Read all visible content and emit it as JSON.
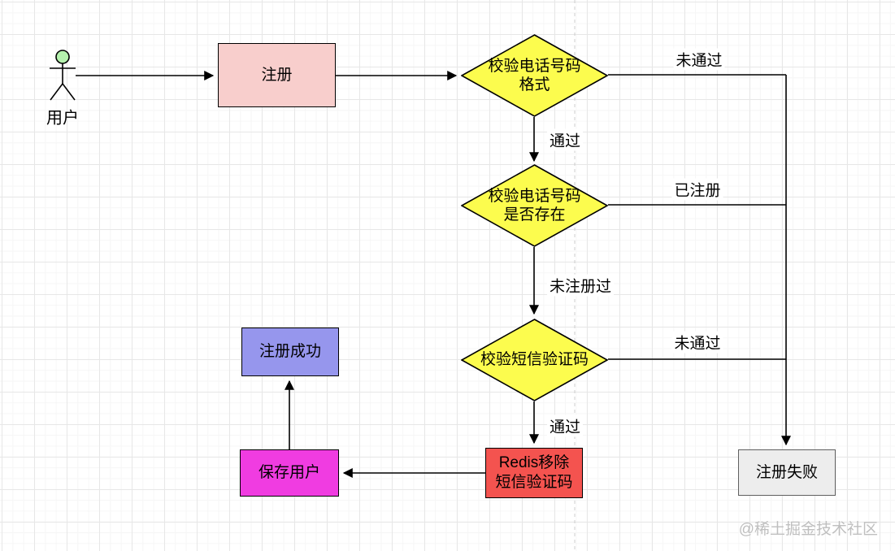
{
  "diagram": {
    "title_hint": "user-registration-flowchart",
    "watermark": "@稀土掘金技术社区",
    "actor": {
      "label": "用户"
    },
    "nodes": {
      "register": {
        "label": "注册",
        "fill": "#f8cecc"
      },
      "check_format": {
        "line1": "校验电话号码",
        "line2": "格式",
        "fill": "#fcfc4e"
      },
      "check_exists": {
        "line1": "校验电话号码",
        "line2": "是否存在",
        "fill": "#fcfc4e"
      },
      "check_sms": {
        "line1": "校验短信验证码",
        "line2": "",
        "fill": "#fcfc4e"
      },
      "redis_remove": {
        "line1": "Redis移除",
        "line2": "短信验证码",
        "fill": "#f4534f"
      },
      "save_user": {
        "label": "保存用户",
        "fill": "#f03ce1"
      },
      "register_success": {
        "label": "注册成功",
        "fill": "#9696ed"
      },
      "register_fail": {
        "label": "注册失败",
        "fill": "#ededed"
      }
    },
    "edge_labels": {
      "fail1": "未通过",
      "pass1": "通过",
      "registered": "已注册",
      "not_registered": "未注册过",
      "fail3": "未通过",
      "pass3": "通过"
    },
    "colors": {
      "stroke": "#000000",
      "grid_major": "#e7e7e7",
      "grid_minor": "#f6f6f6",
      "page_break": "#cccccc",
      "actor_head": "#b5f2ae",
      "watermark_gray": "#bfbfbf"
    }
  }
}
